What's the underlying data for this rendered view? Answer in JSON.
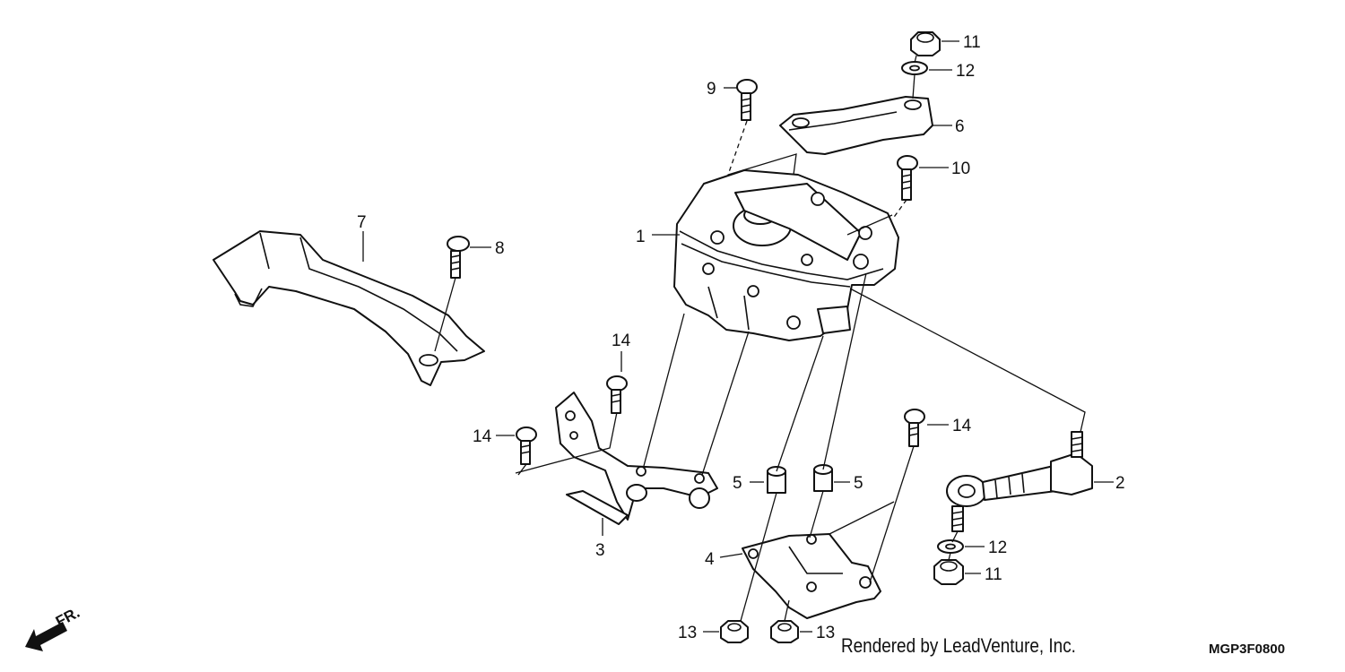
{
  "diagram": {
    "direction_marker": "FR.",
    "callouts": {
      "part_1": "1",
      "part_2": "2",
      "part_3": "3",
      "part_4": "4",
      "part_5a": "5",
      "part_5b": "5",
      "part_6": "6",
      "part_7": "7",
      "part_8": "8",
      "part_9": "9",
      "part_10": "10",
      "part_11a": "11",
      "part_11b": "11",
      "part_12a": "12",
      "part_12b": "12",
      "part_13a": "13",
      "part_13b": "13",
      "part_14a": "14",
      "part_14b": "14",
      "part_14c": "14"
    }
  },
  "footer": {
    "render_credit": "Rendered by LeadVenture, Inc.",
    "diagram_code": "MGP3F0800"
  }
}
